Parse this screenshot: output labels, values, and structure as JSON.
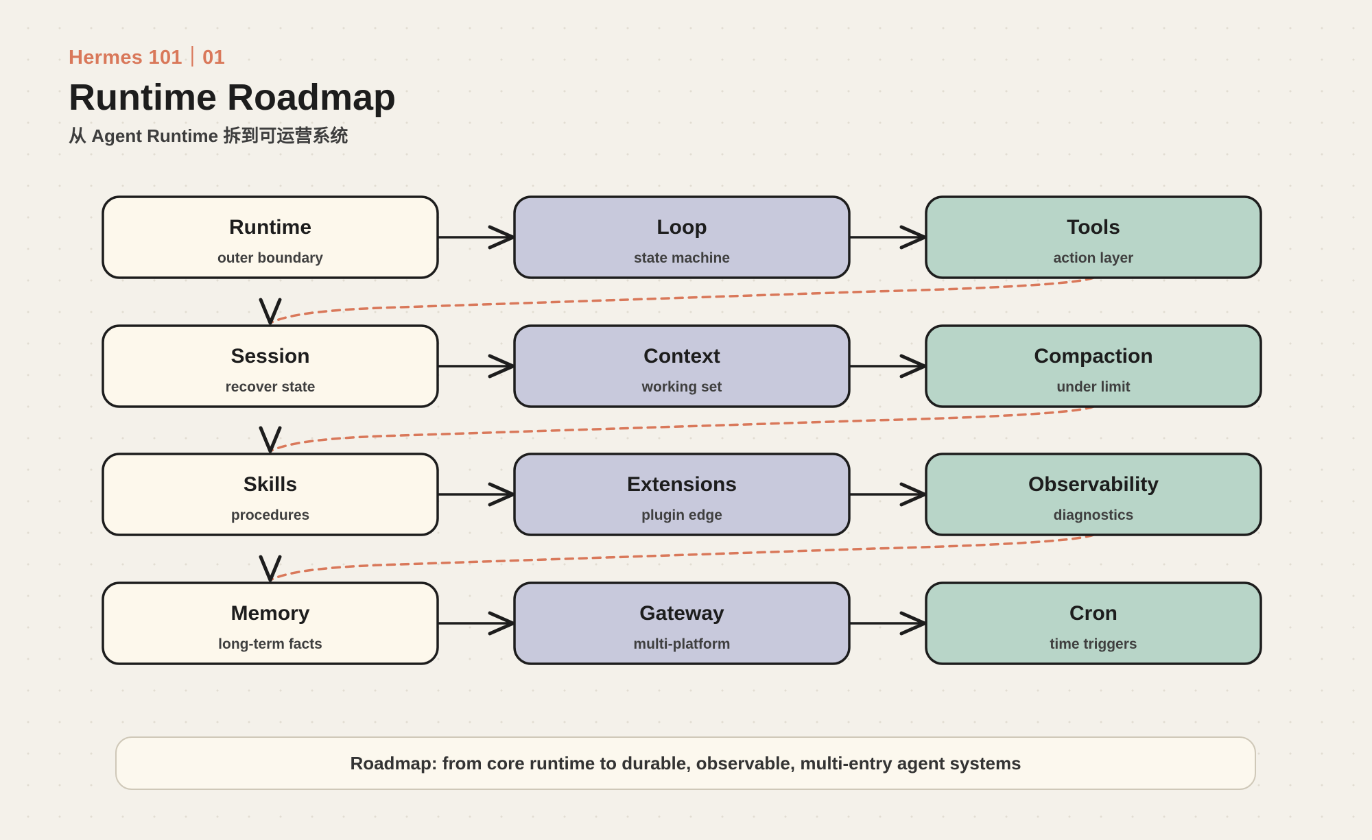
{
  "header": {
    "eyebrow": "Hermes 101｜01",
    "title": "Runtime Roadmap",
    "subtitle": "从 Agent Runtime 拆到可运营系统"
  },
  "colors": {
    "column_fills": [
      "#fdf8ec",
      "#c8c9dc",
      "#b8d5c8"
    ],
    "stroke": "#1d1d1d",
    "accent": "#d9785a"
  },
  "rows": [
    [
      {
        "title": "Runtime",
        "subtitle": "outer boundary"
      },
      {
        "title": "Loop",
        "subtitle": "state machine"
      },
      {
        "title": "Tools",
        "subtitle": "action layer"
      }
    ],
    [
      {
        "title": "Session",
        "subtitle": "recover state"
      },
      {
        "title": "Context",
        "subtitle": "working set"
      },
      {
        "title": "Compaction",
        "subtitle": "under limit"
      }
    ],
    [
      {
        "title": "Skills",
        "subtitle": "procedures"
      },
      {
        "title": "Extensions",
        "subtitle": "plugin edge"
      },
      {
        "title": "Observability",
        "subtitle": "diagnostics"
      }
    ],
    [
      {
        "title": "Memory",
        "subtitle": "long-term facts"
      },
      {
        "title": "Gateway",
        "subtitle": "multi-platform"
      },
      {
        "title": "Cron",
        "subtitle": "time triggers"
      }
    ]
  ],
  "footer": {
    "note": "Roadmap: from core runtime to durable, observable, multi-entry agent systems"
  }
}
